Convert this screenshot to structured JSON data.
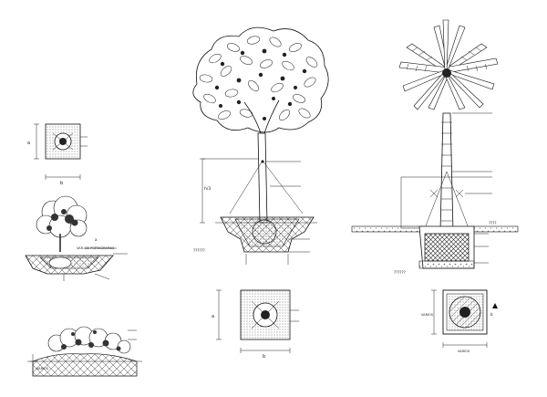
{
  "labels": {
    "dim_a": "a",
    "dim_b": "b",
    "dim_a_big": "a",
    "dim_b_big": "b",
    "h_marker": "h/3",
    "shrub_note": "VAR. DE PORTAGRAMAS",
    "dim_note_left": "VARIOS",
    "dim_note_bottom": "VARIOS",
    "placeholder_center": "??????",
    "placeholder_right": "??????",
    "placeholder_right_top": "????",
    "sym_a": "a",
    "sym_b": "b"
  },
  "colors": {
    "ink": "#111111",
    "paper": "#ffffff",
    "hatch": "#555555"
  },
  "icons": {
    "deciduous_tree": "tree-icon",
    "palm_tree": "palm-icon",
    "shrub": "shrub-icon"
  }
}
